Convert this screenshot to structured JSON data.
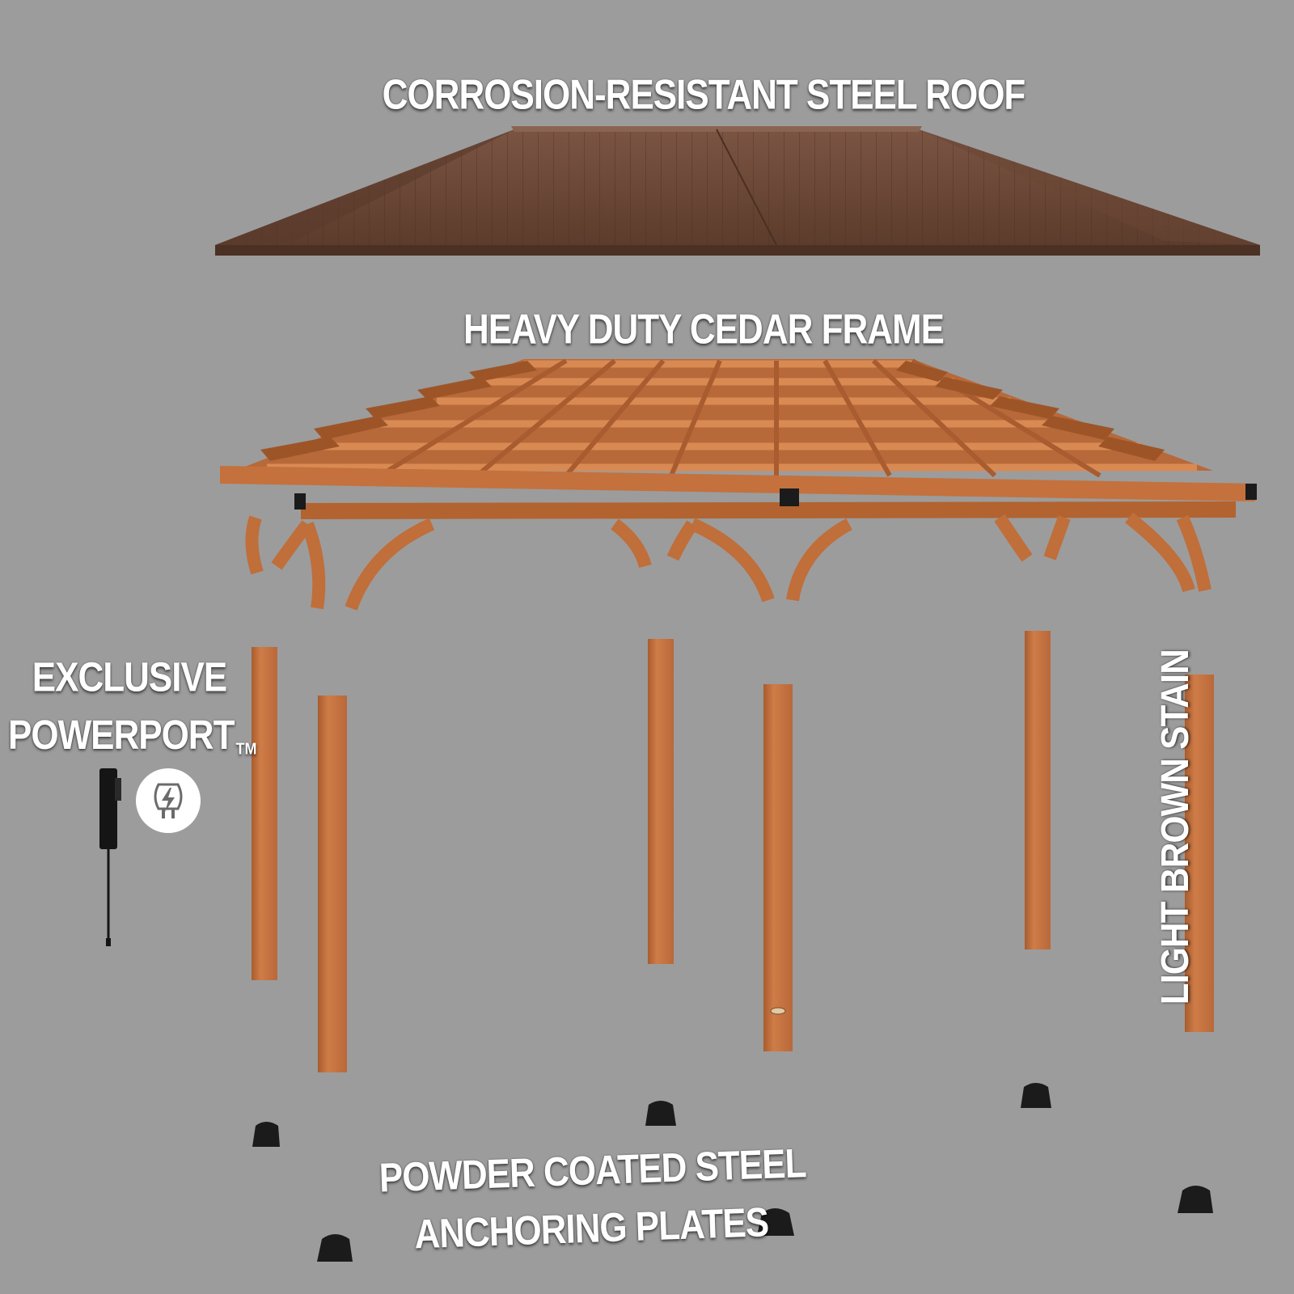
{
  "labels": {
    "roof": "CORROSION-RESISTANT STEEL ROOF",
    "frame": "HEAVY DUTY CEDAR FRAME",
    "powerport_line1": "EXCLUSIVE",
    "powerport_line2": "POWERPORT",
    "powerport_tm": "TM",
    "stain": "LIGHT BROWN STAIN",
    "plates_line1": "POWDER COATED STEEL",
    "plates_line2": "ANCHORING PLATES"
  },
  "icons": {
    "power": "power-plug-icon",
    "outlet": "powerport-outlet-icon"
  },
  "colors": {
    "background": "#9c9c9c",
    "roof": "#6e4a38",
    "cedar": "#c8733e",
    "cedar_dark": "#9c5328",
    "steel": "#1b1b1b",
    "text": "#ffffff"
  }
}
